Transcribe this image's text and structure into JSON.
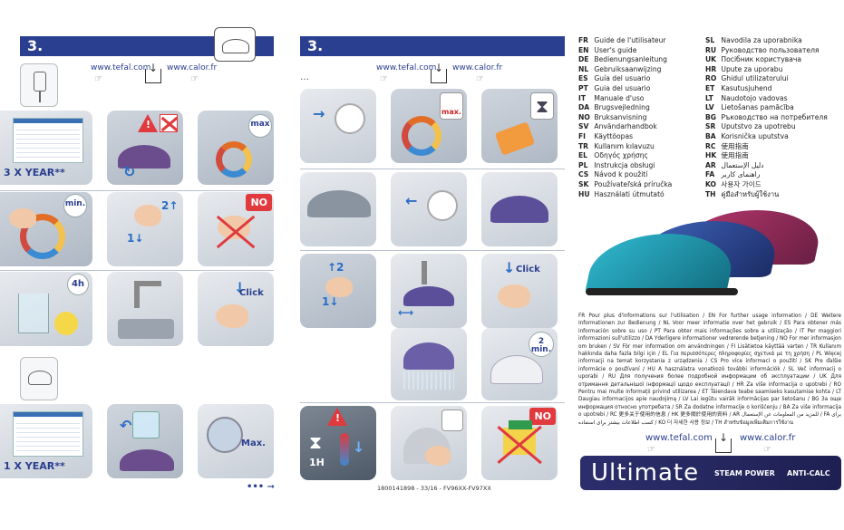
{
  "panel1": {
    "step": "3.",
    "url1": "www.tefal.com",
    "url2": "www.calor.fr",
    "year_label_1": "3 X YEAR**",
    "year_label_2": "1 X YEAR**",
    "min_label": "min.",
    "max_label": "max",
    "no_label": "NO",
    "hours_label": "4h",
    "click_label": "Click",
    "max_fill_label": "Max.",
    "next_label": "••• ➞"
  },
  "panel2": {
    "step": "3.",
    "url1": "www.tefal.com",
    "url2": "www.calor.fr",
    "dots": "…",
    "max_label": "max.",
    "min2_label": "2 min.",
    "click_label": "Click",
    "no_label": "NO",
    "hour_label": "1H",
    "code": "1800141898 - 33/16 - FV96XX-FV97XX"
  },
  "panel3": {
    "languages_left": [
      {
        "code": "FR",
        "name": "Guide de l'utilisateur"
      },
      {
        "code": "EN",
        "name": "User's guide"
      },
      {
        "code": "DE",
        "name": "Bedienungsanleitung"
      },
      {
        "code": "NL",
        "name": "Gebruiksaanwijzing"
      },
      {
        "code": "ES",
        "name": "Guía del usuario"
      },
      {
        "code": "PT",
        "name": "Guia del usuario"
      },
      {
        "code": "IT",
        "name": "Manuale d'uso"
      },
      {
        "code": "DA",
        "name": "Brugsvejledning"
      },
      {
        "code": "NO",
        "name": "Bruksanvisning"
      },
      {
        "code": "SV",
        "name": "Användarhandbok"
      },
      {
        "code": "FI",
        "name": "Käyttöopas"
      },
      {
        "code": "TR",
        "name": "Kullanım kılavuzu"
      },
      {
        "code": "EL",
        "name": "Οδηγός χρήσης"
      },
      {
        "code": "PL",
        "name": "Instrukcja obsługi"
      },
      {
        "code": "CS",
        "name": "Návod k použití"
      },
      {
        "code": "SK",
        "name": "Používateľská príručka"
      },
      {
        "code": "HU",
        "name": "Használati útmutató"
      }
    ],
    "languages_right": [
      {
        "code": "SL",
        "name": "Navodila za uporabnika"
      },
      {
        "code": "RU",
        "name": "Руководство пользователя"
      },
      {
        "code": "UK",
        "name": "Посібник користувача"
      },
      {
        "code": "HR",
        "name": "Upute za uporabu"
      },
      {
        "code": "RO",
        "name": "Ghidul utilizatorului"
      },
      {
        "code": "ET",
        "name": "Kasutusjuhend"
      },
      {
        "code": "LT",
        "name": "Naudotojo vadovas"
      },
      {
        "code": "LV",
        "name": "Lietošanas pamācība"
      },
      {
        "code": "BG",
        "name": "Ръководство на потребителя"
      },
      {
        "code": "SR",
        "name": "Uputstvo za upotrebu"
      },
      {
        "code": "BA",
        "name": "Korisnička uputstva"
      },
      {
        "code": "RC",
        "name": "使用指南"
      },
      {
        "code": "HK",
        "name": "使用指南"
      },
      {
        "code": "AR",
        "name": "دليل الإستعمال"
      },
      {
        "code": "FA",
        "name": "راهنمای کاربر"
      },
      {
        "code": "KO",
        "name": "사용자 가이드"
      },
      {
        "code": "TH",
        "name": "คู่มือสำหรับผู้ใช้งาน"
      }
    ],
    "info_paragraph": "FR Pour plus d'informations sur l'utilisation / EN For further usage information / DE Weitere Informationen zur Bedienung / NL Voor meer informatie over het gebruik / ES Para obtener más información sobre su uso / PT Para obter mais informações sobre a utilização / IT Per maggiori informazioni sull'utilizzo / DA Yderligere informationer vedrørende betjening / NO For mer informasjon om bruken / SV För mer information om användningen / FI Lisätietoa käyttää varten / TR Kullanım hakkında daha fazla bilgi için / EL Για περισσότερες πληροφορίες σχετικά με τη χρήση / PL Więcej informacji na temat korzystania z urządzenia / CS Pro více informací o použití / SK Pre ďalšie informácie o používaní / HU A használatra vonatkozó további információk / SL Več informacij o uporabi / RU Для получения более подробной информации об эксплуатации / UK Для отримання детальнішої інформації щодо експлуатації / HR Za više informacija o upotrebi / RO Pentru mai multe informații privind utilizarea / ET Täiendava teabe saamiseks kasutamise kohta / LT Daugiau informacijos apie naudojimą / LV Lai iegūtu vairāk informācijas par lietošanu / BG За още информация относно употребата / SR Za dodatne informacije o korišćenju / BA Za više informacija o upotrebi / RC 更多关于使用的信息 / HK 更多關於使用的資料 / AR للمزيد من المعلومات عن الإستعمال / FA برای کسب اطلاعات بیشتر برای استفاده / KO 더 자세한 사용 정보 / TH สำหรับข้อมูลเพิ่มเติมการใช้งาน",
    "url1": "www.tefal.com",
    "url2": "www.calor.fr",
    "brand_name": "Ultimate",
    "tag1": "STEAM POWER",
    "tag2": "ANTI-CALC"
  },
  "colors": {
    "accent": "#2a3f8f",
    "warning": "#e03a3e",
    "teal_iron": "#1fa3b8",
    "purple_iron": "#9b2c5f",
    "blue_iron": "#2b4fa0"
  }
}
